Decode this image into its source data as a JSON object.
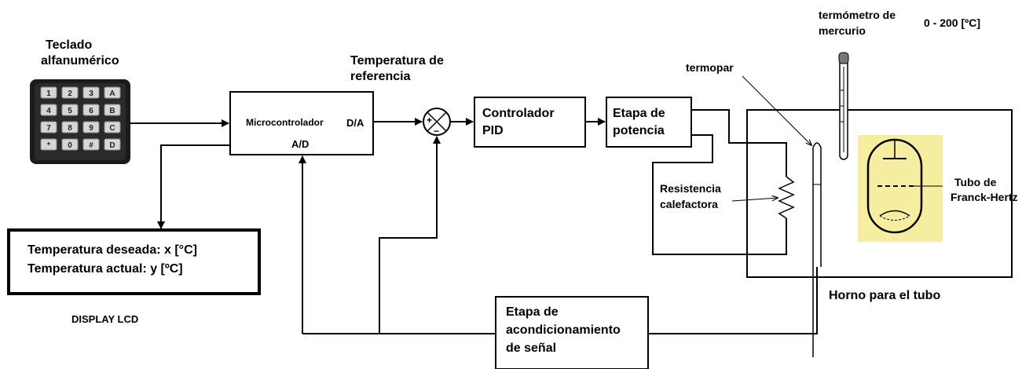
{
  "keypad": {
    "title_line1": "Teclado",
    "title_line2": "alfanumérico",
    "keys": [
      "1",
      "2",
      "3",
      "A",
      "4",
      "5",
      "6",
      "B",
      "7",
      "8",
      "9",
      "C",
      "*",
      "0",
      "#",
      "D"
    ]
  },
  "lcd": {
    "line1": "Temperatura deseada:  x [°C]",
    "line2": "Temperatura actual: y [ºC]",
    "caption": "DISPLAY LCD"
  },
  "micro": {
    "label": "Microcontrolador",
    "da": "D/A",
    "ad": "A/D"
  },
  "reference": {
    "line1": "Temperatura de",
    "line2": "referencia"
  },
  "sum": {
    "plus": "+",
    "minus": "−"
  },
  "pid": {
    "line1": "Controlador",
    "line2": "PID"
  },
  "power": {
    "line1": "Etapa de",
    "line2": "potencia"
  },
  "conditioning": {
    "line1": "Etapa de",
    "line2": "acondicionamiento",
    "line3": "de señal"
  },
  "thermocouple": {
    "label": "termopar"
  },
  "heater": {
    "line1": "Resistencia",
    "line2": "calefactora"
  },
  "thermometer": {
    "line1": "termómetro de",
    "line2": "mercurio",
    "range": "0 - 200 [ºC]"
  },
  "tube": {
    "line1": "Tubo de",
    "line2": "Franck-Hertz",
    "highlight_color": "#f5eea0"
  },
  "oven": {
    "label": "Horno para el tubo"
  }
}
